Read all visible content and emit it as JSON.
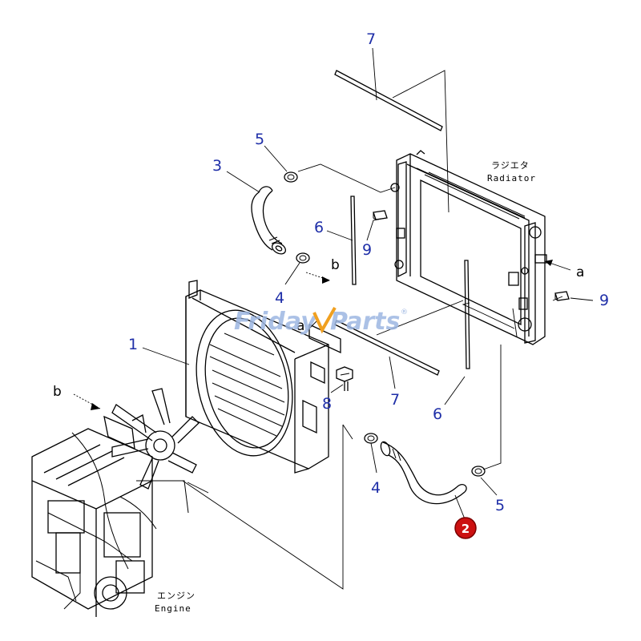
{
  "callouts": [
    {
      "id": "1",
      "label": "1"
    },
    {
      "id": "3",
      "label": "3"
    },
    {
      "id": "4a",
      "label": "4"
    },
    {
      "id": "4b",
      "label": "4"
    },
    {
      "id": "5a",
      "label": "5"
    },
    {
      "id": "5b",
      "label": "5"
    },
    {
      "id": "6a",
      "label": "6"
    },
    {
      "id": "6b",
      "label": "6"
    },
    {
      "id": "7a",
      "label": "7"
    },
    {
      "id": "7b",
      "label": "7"
    },
    {
      "id": "8",
      "label": "8"
    },
    {
      "id": "9a",
      "label": "9"
    },
    {
      "id": "9b",
      "label": "9"
    }
  ],
  "highlight": {
    "label": "2",
    "color": "#cc1111"
  },
  "arrows": {
    "a1": "a",
    "a2": "a",
    "b1": "b",
    "b2": "b"
  },
  "radiator": {
    "jp": "ラジエタ",
    "en": "Radiator"
  },
  "engine": {
    "jp": "エンジン",
    "en": "Engine"
  },
  "watermark": {
    "part1": "Friday",
    "part2": "Parts",
    "mark": "®"
  },
  "colors": {
    "callout": "#1f2fa8",
    "watermark": "#9db7e2",
    "badge": "#cc1111"
  }
}
